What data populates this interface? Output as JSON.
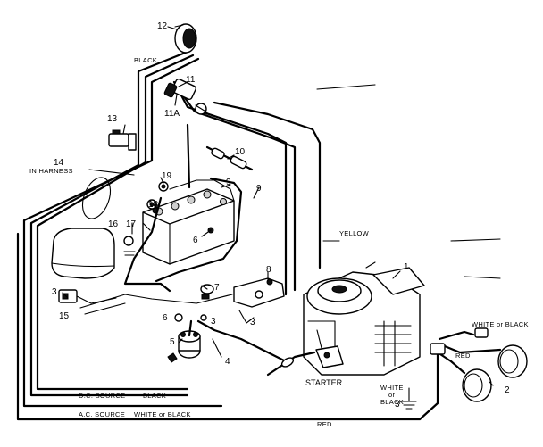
{
  "callouts": {
    "c1": "1",
    "c2": "2",
    "c3a": "3",
    "c3b": "3",
    "c3c": "3",
    "c3d": "3",
    "c4": "4",
    "c5": "5",
    "c6a": "6",
    "c6b": "6",
    "c7": "7",
    "c8": "8",
    "c9a": "9",
    "c9b": "9",
    "c10": "10",
    "c11": "11",
    "c11a": "11A",
    "c12": "12",
    "c13": "13",
    "c14": "14",
    "c15": "15",
    "c16": "16",
    "c17": "17",
    "c18": "18",
    "c19": "19"
  },
  "labels": {
    "in_harness": "IN HARNESS",
    "black_top": "BLACK",
    "yellow": "YELLOW",
    "starter": "STARTER",
    "dc_source": "D.C. SOURCE",
    "dc_black": "BLACK",
    "ac_source": "A.C. SOURCE",
    "ac_white_black": "WHITE or BLACK",
    "red_bottom": "RED",
    "white_black_right": "WHITE or BLACK",
    "red_right": "RED",
    "white": "WHITE",
    "or": "or",
    "black_lower": "BLACK"
  }
}
